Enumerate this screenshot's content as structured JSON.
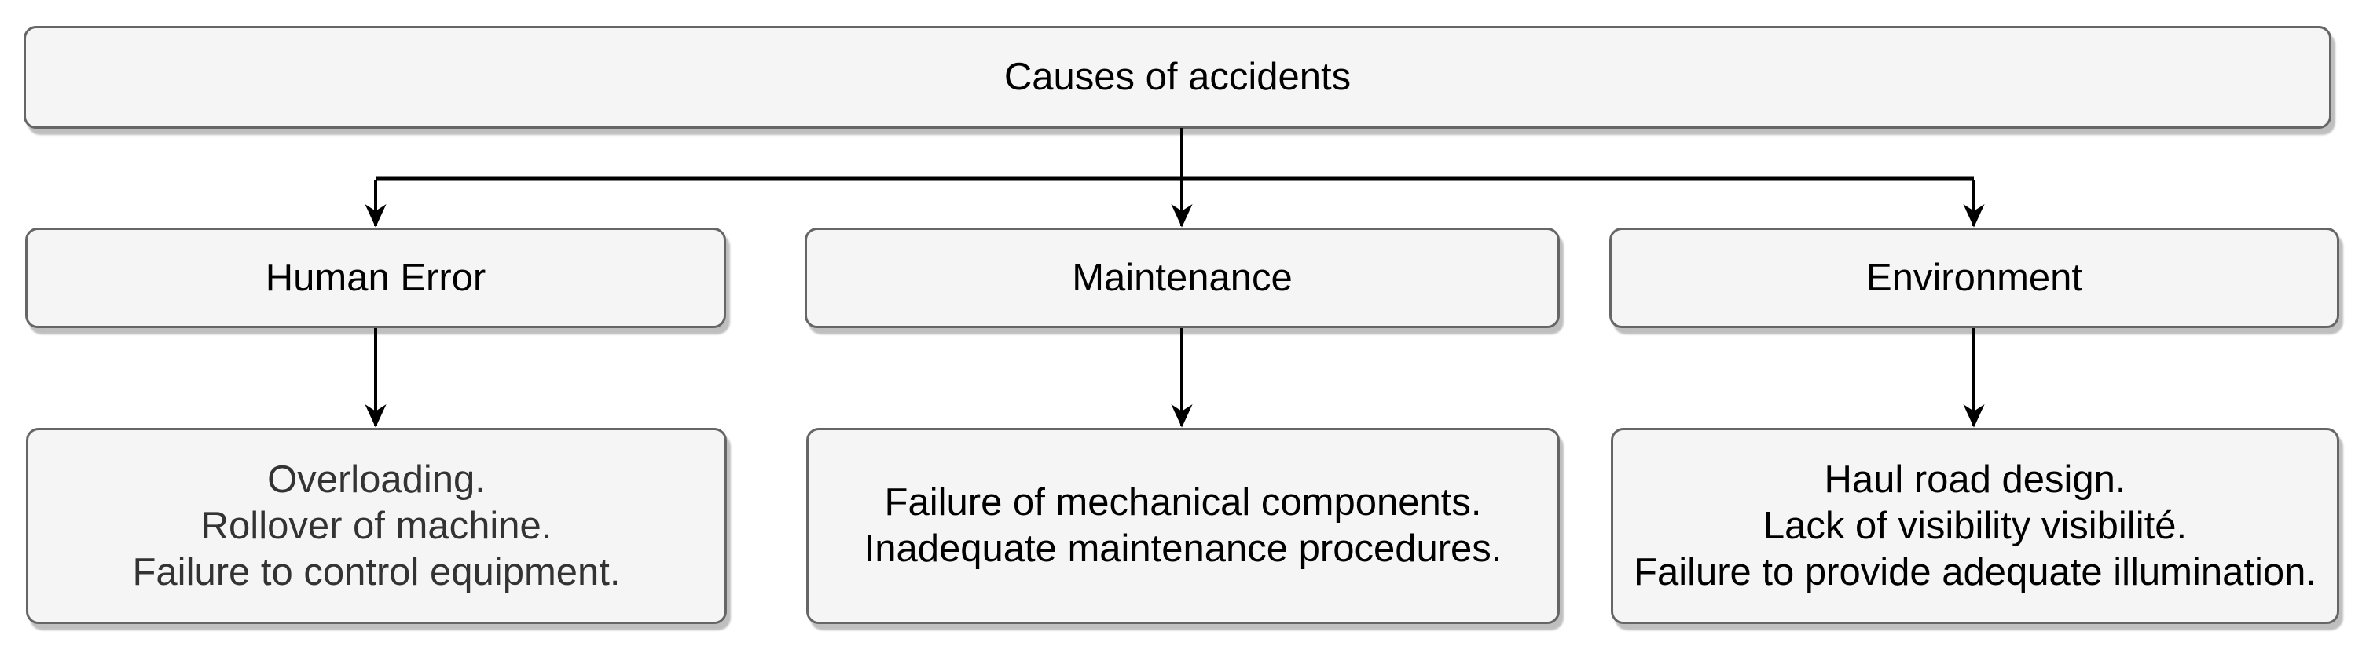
{
  "diagram": {
    "root": {
      "label": "Causes of accidents"
    },
    "categories": [
      {
        "id": "human-error",
        "label": "Human Error",
        "details": [
          "Overloading.",
          "Rollover of machine.",
          "Failure to control equipment."
        ]
      },
      {
        "id": "maintenance",
        "label": "Maintenance",
        "details": [
          "Failure of mechanical components.",
          "Inadequate maintenance procedures."
        ]
      },
      {
        "id": "environment",
        "label": "Environment",
        "details": [
          "Haul road design.",
          "Lack of visibility visibilité.",
          "Failure to provide adequate illumination."
        ]
      }
    ],
    "colors": {
      "box_fill": "#f5f5f5",
      "box_border": "#666666",
      "connector": "#000000",
      "text": "#000000",
      "muted_text": "#333333",
      "page_bg": "#ffffff"
    }
  }
}
